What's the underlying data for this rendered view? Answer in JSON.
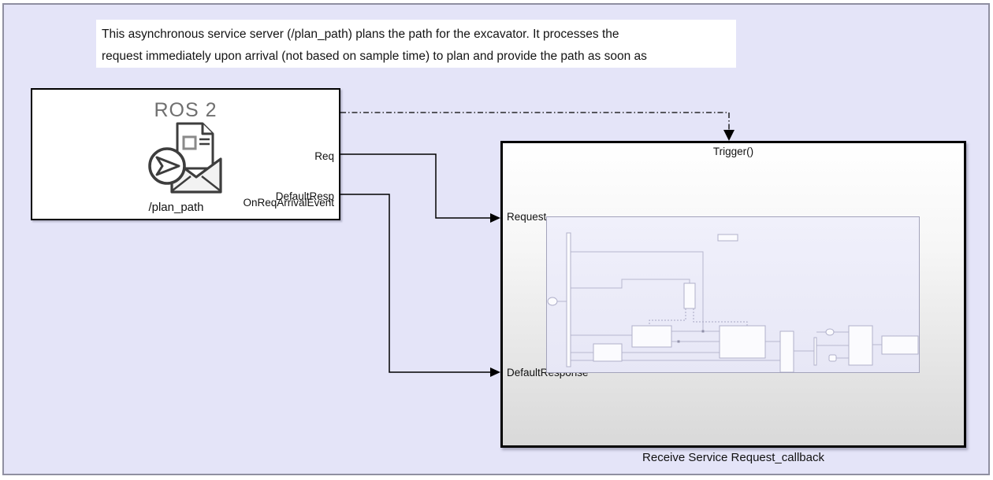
{
  "colors": {
    "canvas_background": "#e4e4f8",
    "frame_border": "#8f8fa1",
    "block_background": "#ffffff",
    "block_border": "#000000",
    "subsystem_gradient_bottom": "#d9d9d9",
    "preview_background": "#ebebf8",
    "preview_stroke": "#b7b7cf",
    "wire_color": "#000000",
    "annotation_background": "#ffffff",
    "ros2_title_color": "#6f6f6f"
  },
  "annotation": {
    "line1": "This asynchronous service server (/plan_path) plans the path for the excavator. It processes the",
    "line2": "request immediately upon arrival (not based on sample time) to plan and provide the path as soon as"
  },
  "ros2_block": {
    "title": "ROS 2",
    "name": "/plan_path",
    "ports": {
      "event": "OnReqArrivalEvent",
      "request": "Req",
      "default_response": "DefaultResp"
    }
  },
  "subsystem_block": {
    "trigger_label": "Trigger()",
    "name": "Receive Service Request_callback",
    "ports": {
      "request": "Request",
      "default_response": "DefaultResponse"
    }
  }
}
